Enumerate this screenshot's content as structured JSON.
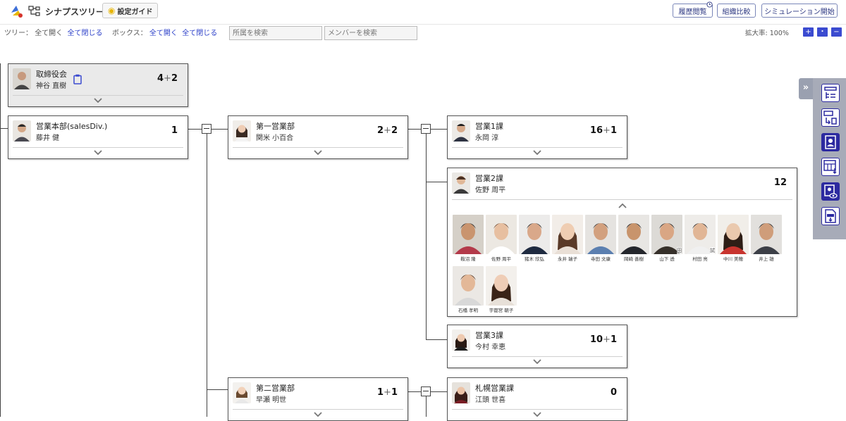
{
  "header": {
    "app_title": "シナプスツリー",
    "guide_label": "設定ガイド",
    "history_label": "履歴閲覧",
    "compare_label": "組織比較",
    "simulation_label": "シミュレーション開始"
  },
  "toolbar": {
    "tree_label": "ツリー：",
    "tree_open": "全て開く",
    "tree_close": "全て閉じる",
    "box_label": "ボックス：",
    "box_open": "全て開く",
    "box_close": "全て閉じる",
    "dept_search_placeholder": "所属を検索",
    "member_search_placeholder": "メンバーを検索",
    "zoom_label": "拡大率: 100%",
    "zoom_in": "+",
    "zoom_reset": "・",
    "zoom_out": "−"
  },
  "cards": {
    "board": {
      "dept": "取締役会",
      "manager": "神谷 直樹",
      "count_main": "4",
      "count_plus": "+",
      "count_extra": "2"
    },
    "sales_hq": {
      "dept": "営業本部(salesDiv.)",
      "manager": "藤井 健",
      "count_main": "1"
    },
    "sales1": {
      "dept": "第一営業部",
      "manager": "関米 小百合",
      "count_main": "2",
      "count_plus": "+",
      "count_extra": "2"
    },
    "sec1": {
      "dept": "営業1課",
      "manager": "永岡 淳",
      "count_main": "16",
      "count_plus": "+",
      "count_extra": "1"
    },
    "sec2": {
      "dept": "営業2課",
      "manager": "佐野 周平",
      "count_main": "12"
    },
    "sec3": {
      "dept": "営業3課",
      "manager": "今村 幸恵",
      "count_main": "10",
      "count_plus": "+",
      "count_extra": "1"
    },
    "sales2": {
      "dept": "第二営業部",
      "manager": "早瀬 明世",
      "count_main": "1",
      "count_plus": "+",
      "count_extra": "1"
    },
    "sapporo": {
      "dept": "札幌営業課",
      "manager": "江頭 世喜",
      "count_main": "0"
    }
  },
  "members": [
    {
      "name": "鞍沼 隆"
    },
    {
      "name": "佐野 周平"
    },
    {
      "name": "猪木 欣弘"
    },
    {
      "name": "永井 瑞子"
    },
    {
      "name": "寺田 文康"
    },
    {
      "name": "岡崎 善樹"
    },
    {
      "name": "山下 透",
      "badge": "田"
    },
    {
      "name": "村田 亮",
      "badge": "試"
    },
    {
      "name": "中川 美穂"
    },
    {
      "name": "井上 雄"
    },
    {
      "name": "石橋 孝明"
    },
    {
      "name": "宇都宮 朝子"
    }
  ],
  "colors": {
    "accent": "#2c2aa0",
    "link": "#2a3ec8",
    "zoom_button": "#3b4bd0",
    "side_panel": "#a7abb8"
  },
  "side_panel": {
    "toggle": "»",
    "buttons": [
      "tree-list-icon",
      "transfer-icon",
      "profile-card-icon",
      "csv-download-icon",
      "view-profile-icon",
      "image-download-icon"
    ]
  }
}
